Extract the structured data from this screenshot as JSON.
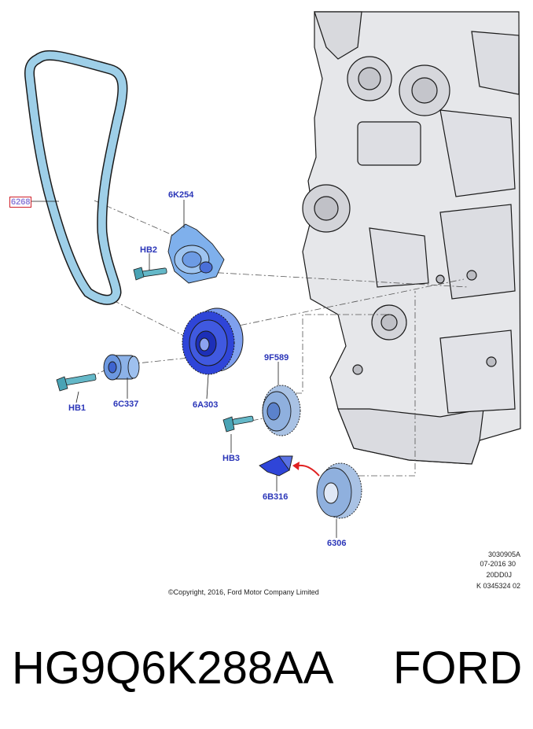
{
  "callouts": {
    "belt": "6268",
    "tensioner": "6K254",
    "bolt_hb2": "HB2",
    "crank_pulley": "6A303",
    "bolt_hb1": "HB1",
    "idler": "6C337",
    "gear_9f589": "9F589",
    "bolt_hb3": "HB3",
    "guide_6b316": "6B316",
    "gear_6306": "6306"
  },
  "stamp": {
    "line1": "3030905A",
    "line2": "07-2016 30",
    "line3": "20DD0J",
    "line4": "K 0345324 02"
  },
  "copyright": "©Copyright, 2016, Ford Motor Company Limited",
  "footer": {
    "part_number": "HG9Q6K288AA",
    "brand": "FORD"
  },
  "colors": {
    "belt": "#9ecfe8",
    "part_light": "#8fb8ea",
    "part_dark": "#2f45d8",
    "callout_text": "#2a35b8",
    "callout_box": "#d0202a",
    "arrow": "#e02020",
    "engine": "#e6e7ea"
  }
}
